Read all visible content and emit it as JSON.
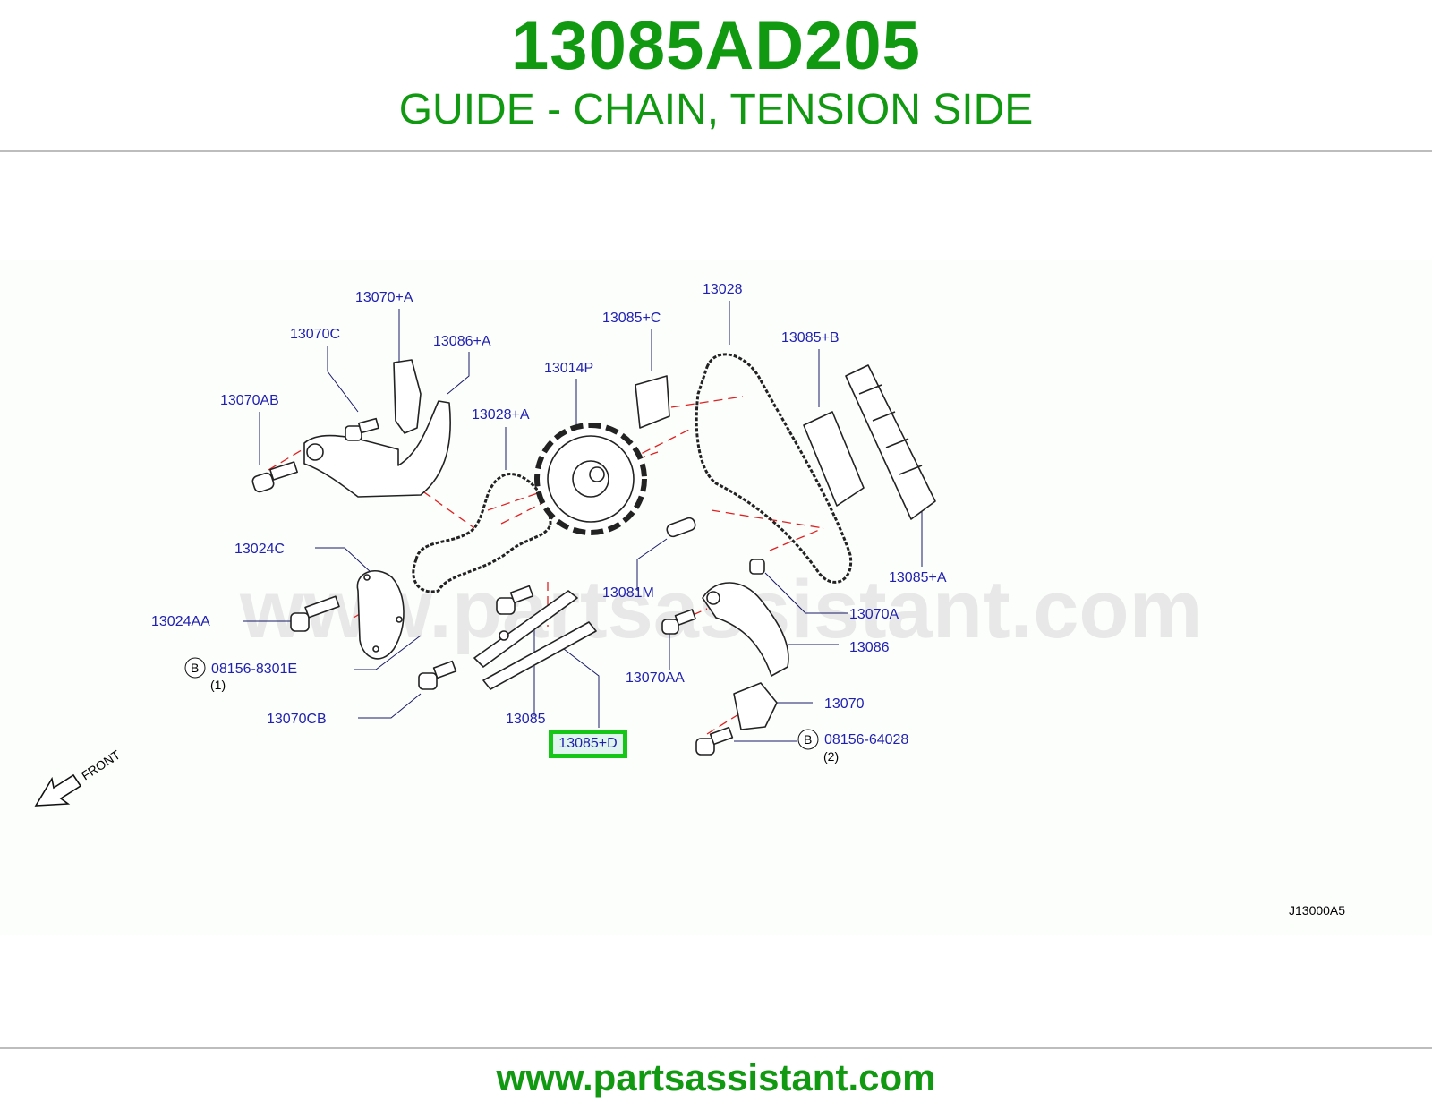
{
  "header": {
    "part_number": "13085AD205",
    "description": "GUIDE - CHAIN, TENSION SIDE"
  },
  "diagram": {
    "watermark": "www.partsassistant.com",
    "code": "J13000A5",
    "front_label": "FRONT",
    "highlighted_part": "13085+D",
    "labels": {
      "l13070A_plus": "13070+A",
      "l13070C": "13070C",
      "l13086A_plus": "13086+A",
      "l13070AB": "13070AB",
      "l13028A_plus": "13028+A",
      "l13014P": "13014P",
      "l13085C_plus": "13085+C",
      "l13028": "13028",
      "l13085B_plus": "13085+B",
      "l13024C": "13024C",
      "l13024AA": "13024AA",
      "l08156_8301E": "08156-8301E",
      "l08156_8301E_qty": "(1)",
      "l13070CB": "13070CB",
      "l13085": "13085",
      "l13081M": "13081M",
      "l13085A_plus": "13085+A",
      "l13070A": "13070A",
      "l13086": "13086",
      "l13070AA": "13070AA",
      "l13070": "13070",
      "l08156_64028": "08156-64028",
      "l08156_64028_qty": "(2)",
      "bolt_marker": "B"
    }
  },
  "footer": {
    "url": "www.partsassistant.com"
  },
  "colors": {
    "brand_green": "#119911",
    "label_blue": "#1f1fb0",
    "highlight_green": "#16c616",
    "dash_red": "#e02020"
  }
}
